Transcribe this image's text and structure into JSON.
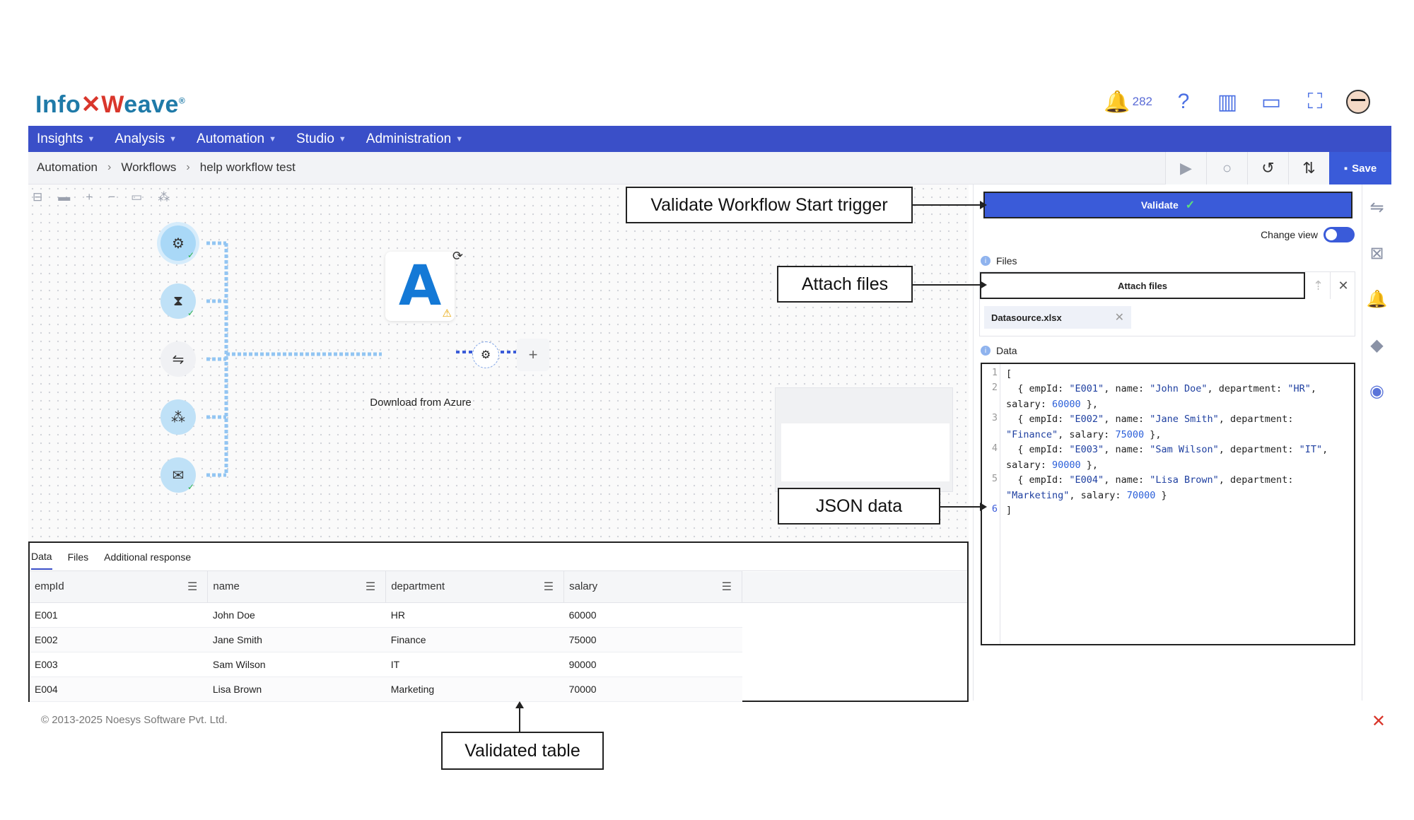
{
  "header": {
    "logo_text_a": "Info",
    "logo_text_b": "eave",
    "notification_count": "282",
    "icons": [
      "bell-icon",
      "help-icon",
      "library-icon",
      "monitor-icon",
      "fullscreen-icon",
      "avatar"
    ]
  },
  "menu": {
    "items": [
      {
        "label": "Insights"
      },
      {
        "label": "Analysis"
      },
      {
        "label": "Automation"
      },
      {
        "label": "Studio"
      },
      {
        "label": "Administration"
      }
    ]
  },
  "breadcrumb": {
    "items": [
      "Automation",
      "Workflows",
      "help workflow test"
    ]
  },
  "toolbar": {
    "save_label": "Save"
  },
  "canvas": {
    "node_label": "Download from Azure"
  },
  "bottom_panel": {
    "tabs": [
      "Data",
      "Files",
      "Additional response"
    ],
    "columns": [
      "empId",
      "name",
      "department",
      "salary"
    ],
    "rows": [
      [
        "E001",
        "John Doe",
        "HR",
        "60000"
      ],
      [
        "E002",
        "Jane Smith",
        "Finance",
        "75000"
      ],
      [
        "E003",
        "Sam Wilson",
        "IT",
        "90000"
      ],
      [
        "E004",
        "Lisa Brown",
        "Marketing",
        "70000"
      ]
    ]
  },
  "right_panel": {
    "validate_label": "Validate",
    "change_view_label": "Change view",
    "files_label": "Files",
    "attach_label": "Attach files",
    "file_name": "Datasource.xlsx",
    "data_label": "Data",
    "line_numbers": [
      "1",
      "2",
      "3",
      "4",
      "5",
      "6"
    ]
  },
  "footer": {
    "copyright": "© 2013-2025 Noesys Software Pvt. Ltd."
  },
  "callouts": {
    "validate": "Validate Workflow Start trigger",
    "attach": "Attach files",
    "json": "JSON data",
    "table": "Validated table"
  },
  "colors": {
    "menubar": "#3a4fc8",
    "primary_button": "#3a5bd9",
    "trigger_node": "#bfe1f7"
  }
}
